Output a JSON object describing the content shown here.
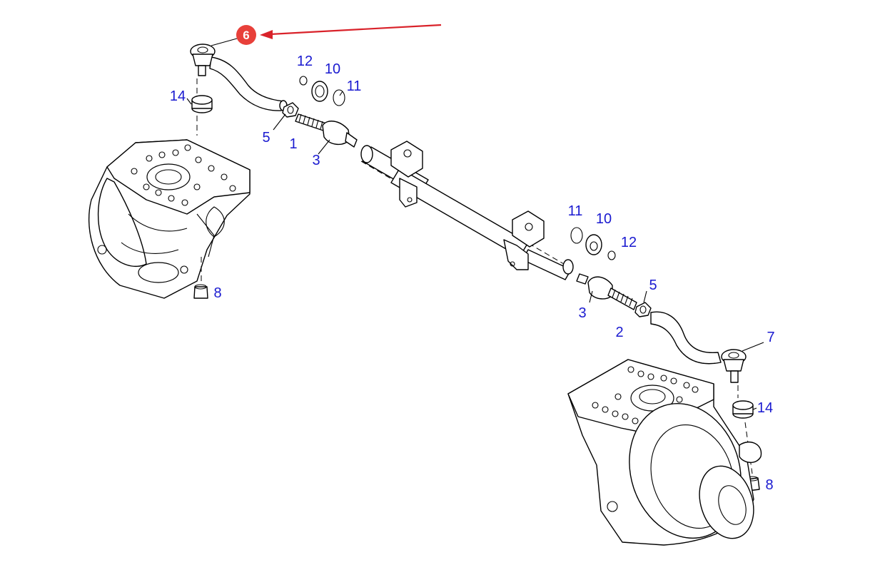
{
  "highlight": {
    "number": "6",
    "badge_color": "#e8403a",
    "arrow_color": "#d9222a"
  },
  "callout_color": "#1a1ad0",
  "callouts": [
    "12",
    "10",
    "11",
    "14",
    "5",
    "1",
    "3",
    "11",
    "10",
    "12",
    "8",
    "5",
    "3",
    "2",
    "7",
    "14",
    "8"
  ]
}
